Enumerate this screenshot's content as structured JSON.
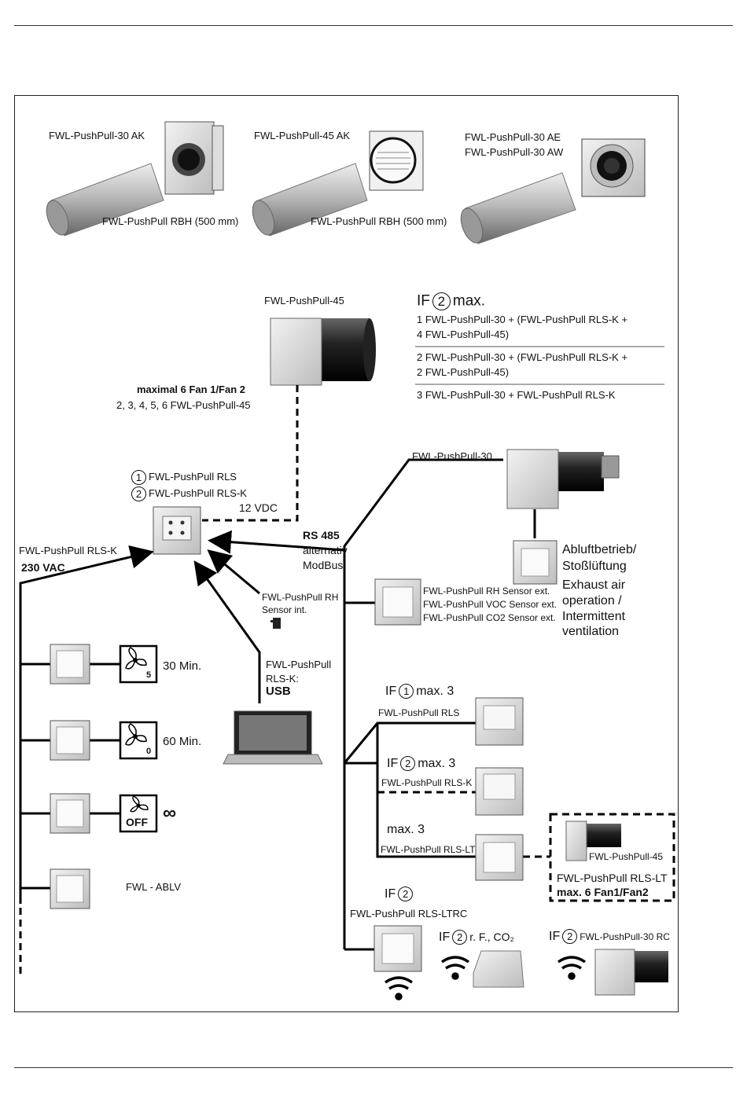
{
  "top_products": {
    "ak30_label": "FWL-PushPull-30 AK",
    "ak45_label": "FWL-PushPull-45 AK",
    "ae30_label": "FWL-PushPull-30 AE",
    "aw30_label": "FWL-PushPull-30 AW",
    "rbh1_label": "FWL-PushPull RBH (500 mm)",
    "rbh2_label": "FWL-PushPull RBH (500 mm)"
  },
  "fan45": {
    "label": "FWL-PushPull-45",
    "max_label": "maximal 6 Fan 1/Fan 2",
    "options": "2, 3, 4, 5, 6 FWL-PushPull-45"
  },
  "if_table": {
    "prefix": "IF",
    "circle": "2",
    "suffix": "max.",
    "rows": [
      {
        "line1": "1 FWL-PushPull-30 + (FWL-PushPull RLS-K +",
        "line2": "4 FWL-PushPull-45)"
      },
      {
        "line1": "2 FWL-PushPull-30 + (FWL-PushPull RLS-K +",
        "line2": "2 FWL-PushPull-45)"
      },
      {
        "line1": "3 FWL-PushPull-30 + FWL-PushPull RLS-K",
        "line2": ""
      }
    ]
  },
  "controller": {
    "c1": "1",
    "rls": "FWL-PushPull RLS",
    "c2": "2",
    "rlsk": "FWL-PushPull RLS-K",
    "vdc": "12 VDC"
  },
  "left": {
    "rlsk_label": "FWL-PushPull RLS-K",
    "vac": "230 VAC",
    "switch_items": [
      {
        "badge": "5",
        "text": "30 Min."
      },
      {
        "badge": "0",
        "text": "60 Min."
      },
      {
        "badge": "OFF",
        "text": "∞"
      }
    ],
    "ablv": "FWL - ABLV"
  },
  "bus": {
    "rs485": "RS 485",
    "alt": "alternativ",
    "modbus": "ModBus",
    "rh_int_1": "FWL-PushPull RH",
    "rh_int_2": "Sensor int.",
    "usb_1": "FWL-PushPull",
    "usb_2": "RLS-K:",
    "usb_3": "USB"
  },
  "fan30": {
    "label": "FWL-PushPull-30",
    "switch_de_1": "Abluftbetrieb/",
    "switch_de_2": "Stoßlüftung",
    "switch_en_1": "Exhaust air",
    "switch_en_2": "operation /",
    "switch_en_3": "Intermittent",
    "switch_en_4": "ventilation"
  },
  "sensors": [
    "FWL-PushPull RH Sensor ext.",
    "FWL-PushPull VOC Sensor ext.",
    "FWL-PushPull CO2 Sensor ext."
  ],
  "branches": {
    "if1_prefix": "IF",
    "if1_circle": "1",
    "if1_suffix": "max. 3",
    "rls": "FWL-PushPull RLS",
    "if2_prefix": "IF",
    "if2_circle": "2",
    "if2_suffix": "max. 3",
    "rlsk": "FWL-PushPull RLS-K",
    "lt_max": "max. 3",
    "rlslt": "FWL-PushPull RLS-LT",
    "box_fan": "FWL-PushPull-45",
    "box_l1": "FWL-PushPull RLS-LT",
    "box_l2": "max. 6 Fan1/Fan2"
  },
  "wireless": {
    "if_prefix": "IF",
    "circle": "2",
    "ltrc": "FWL-PushPull RLS-LTRC",
    "rf_suffix": "r. F., CO₂",
    "rc_prefix": "IF",
    "rc_circle": "2",
    "rc_label": "FWL-PushPull-30 RC"
  }
}
